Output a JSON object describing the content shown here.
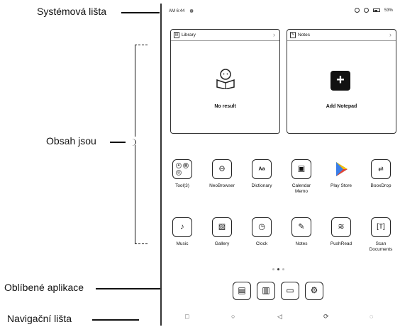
{
  "annotations": {
    "system_bar": "Systémová lišta",
    "content": "Obsah jsou",
    "favorites": "Oblíbené aplikace",
    "nav_bar": "Navigační lišta"
  },
  "statusbar": {
    "time": "AM 6:44",
    "battery": "53%"
  },
  "library_card": {
    "title": "Library",
    "empty": "No result"
  },
  "notes_card": {
    "title": "Notes",
    "action": "Add Notepad"
  },
  "apps_row1": [
    "Tool(3)",
    "NeoBrowser",
    "Dictionary",
    "Calendar Memo",
    "Play Store",
    "BooxDrop"
  ],
  "apps_row2": [
    "Music",
    "Gallery",
    "Clock",
    "Notes",
    "PushRead",
    "Scan Documents"
  ],
  "page_indicator": {
    "pages": 3,
    "current": 2
  },
  "dock": [
    "library-icon",
    "bar-chart-icon",
    "folder-icon",
    "settings-icon"
  ],
  "navbar": [
    "square-icon",
    "circle-icon",
    "back-triangle-icon",
    "refresh-icon",
    "eink-mode-icon"
  ]
}
